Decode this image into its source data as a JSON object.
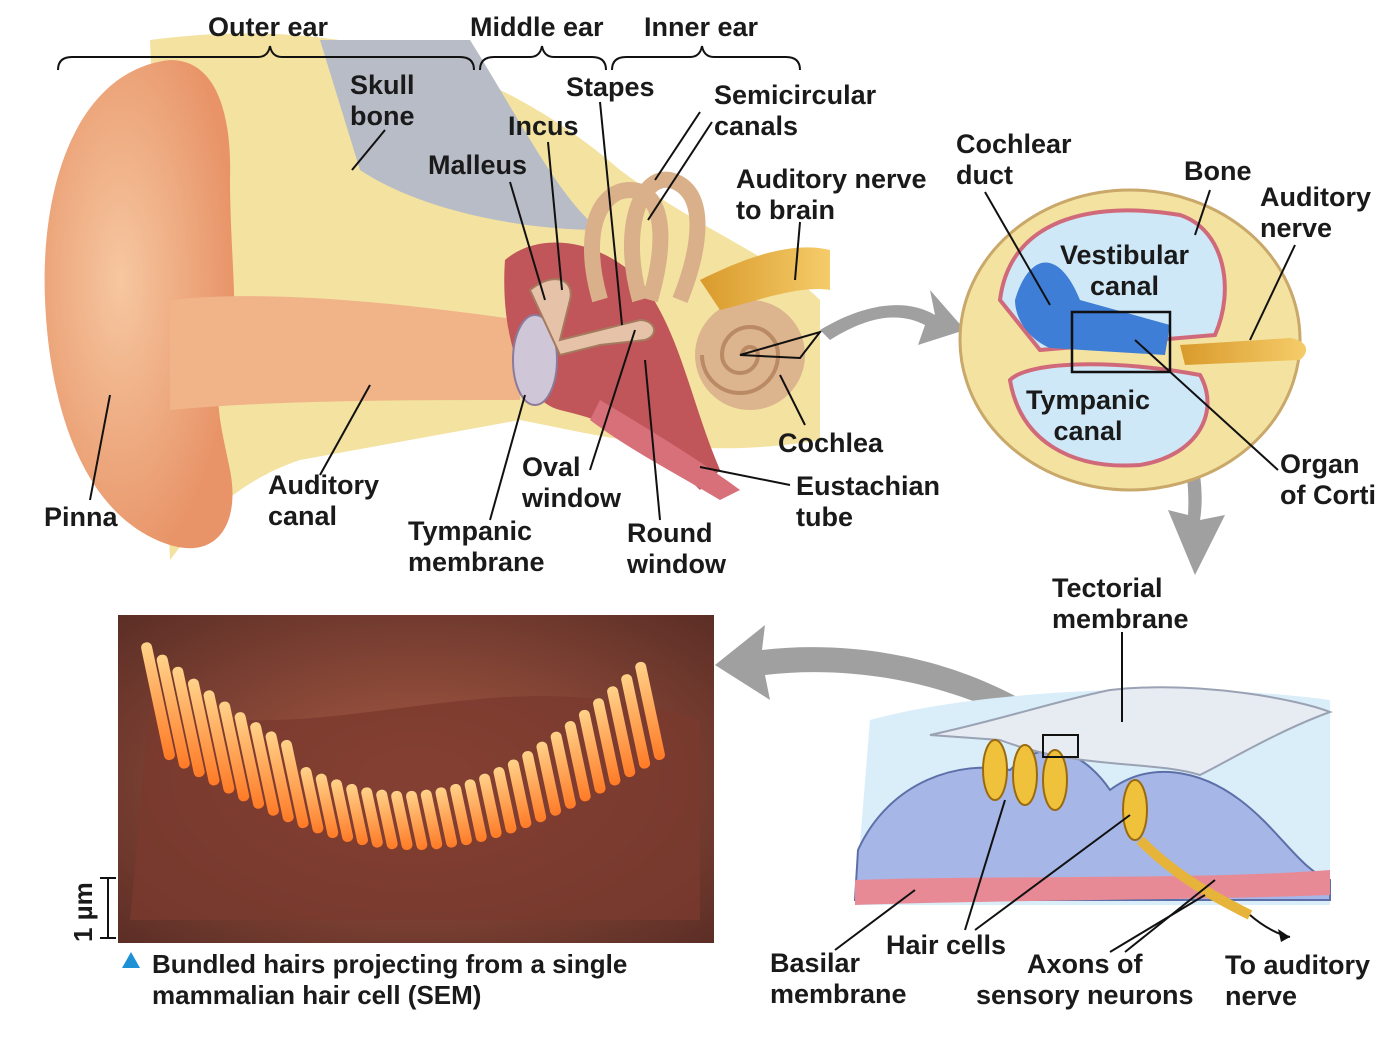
{
  "labels": {
    "outer_ear": "Outer ear",
    "middle_ear": "Middle ear",
    "inner_ear": "Inner ear",
    "skull_bone": [
      "Skull",
      "bone"
    ],
    "stapes": "Stapes",
    "incus": "Incus",
    "malleus": "Malleus",
    "semicircular_canals": [
      "Semicircular",
      "canals"
    ],
    "auditory_nerve_to_brain": [
      "Auditory nerve",
      "to brain"
    ],
    "cochlea": "Cochlea",
    "eustachian_tube": [
      "Eustachian",
      "tube"
    ],
    "oval_window": [
      "Oval",
      "window"
    ],
    "round_window": [
      "Round",
      "window"
    ],
    "tympanic_membrane": [
      "Tympanic",
      "membrane"
    ],
    "auditory_canal": [
      "Auditory",
      "canal"
    ],
    "pinna": "Pinna",
    "cochlear_duct": [
      "Cochlear",
      "duct"
    ],
    "bone": "Bone",
    "auditory_nerve": [
      "Auditory",
      "nerve"
    ],
    "vestibular_canal": [
      "Vestibular",
      "canal"
    ],
    "tympanic_canal": [
      "Tympanic",
      "canal"
    ],
    "organ_of_corti": [
      "Organ",
      "of Corti"
    ],
    "tectorial_membrane": [
      "Tectorial",
      "membrane"
    ],
    "basilar_membrane": [
      "Basilar",
      "membrane"
    ],
    "hair_cells": "Hair cells",
    "axons_of_sensory_neurons": [
      "Axons of",
      "sensory neurons"
    ],
    "to_auditory_nerve": [
      "To auditory",
      "nerve"
    ]
  },
  "caption": [
    "Bundled hairs projecting from a single",
    "mammalian hair cell (SEM)"
  ],
  "scale_bar": "1 µm",
  "colors": {
    "skin": "#f2b48a",
    "bone": "#f3e2a0",
    "canal_fluid": "#cfe8f7",
    "cochlear_duct": "#3f7ed6",
    "nerve": "#e8b44a",
    "hair_bundle": "#ff9a3c",
    "sem_background": "#8a4a3a",
    "arrow": "#9a9a9a",
    "caption_marker": "#1e90d6"
  }
}
